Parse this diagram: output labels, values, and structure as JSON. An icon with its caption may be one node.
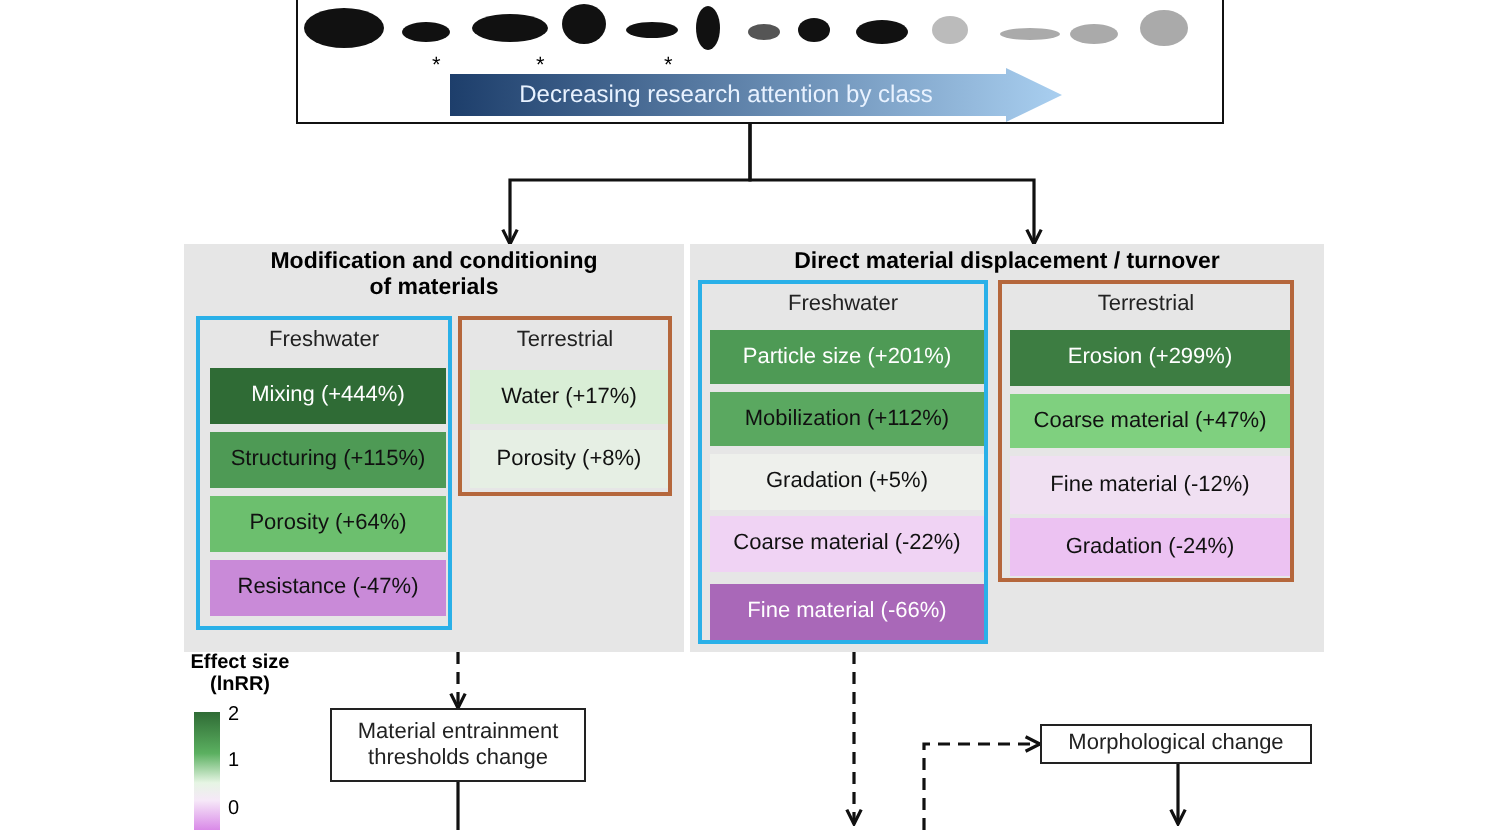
{
  "diagram": {
    "nodes": [
      {
        "text": [],
        "shape": "box"
      },
      {
        "text": [
          "Decreasing research attention by class"
        ],
        "in": 0
      },
      {
        "text": [
          "Modification and conditioning of materials"
        ]
      },
      {
        "text": [
          "Freshwater"
        ],
        "in": 2
      },
      {
        "text": [
          "Mixing (+444%)"
        ],
        "in": 3
      },
      {
        "text": [
          "Structuring (+115%)"
        ],
        "in": 3
      },
      {
        "text": [
          "Porosity (+64%)"
        ],
        "in": 3
      },
      {
        "text": [
          "Resistance (-47%)"
        ],
        "in": 3
      },
      {
        "text": [
          "Terrestrial"
        ],
        "in": 2
      },
      {
        "text": [
          "Water (+17%)"
        ],
        "in": 8
      },
      {
        "text": [
          "Porosity (+8%)"
        ],
        "in": 8
      },
      {
        "text": [
          "Direct material displacement / turnover"
        ]
      },
      {
        "text": [
          "Freshwater"
        ],
        "in": 11
      },
      {
        "text": [
          "Particle size (+201%)"
        ],
        "in": 12
      },
      {
        "text": [
          "Mobilization (+112%)"
        ],
        "in": 12
      },
      {
        "text": [
          "Gradation (+5%)"
        ],
        "in": 12
      },
      {
        "text": [
          "Coarse material (-22%)"
        ],
        "in": 12
      },
      {
        "text": [
          "Fine material (-66%)"
        ],
        "in": 12
      },
      {
        "text": [
          "Terrestrial"
        ],
        "in": 11
      },
      {
        "text": [
          "Erosion (+299%)"
        ],
        "in": 18
      },
      {
        "text": [
          "Coarse material (+47%)"
        ],
        "in": 18
      },
      {
        "text": [
          "Fine material (-12%)"
        ],
        "in": 18
      },
      {
        "text": [
          "Gradation (-24%)"
        ],
        "in": 18
      },
      {
        "text": [
          "Material entrainment thresholds change"
        ]
      },
      {
        "text": [
          "Morphological change"
        ]
      }
    ],
    "edges": [
      {
        "from": 0,
        "to": 2,
        "arrow": "to"
      },
      {
        "from": 0,
        "to": 11,
        "arrow": "to"
      },
      {
        "from": 2,
        "to": 23,
        "arrow": "to",
        "style": "dashed"
      },
      {
        "from": 11,
        "to": null,
        "arrow": "to",
        "style": "dashed"
      },
      {
        "from": 23,
        "to": null,
        "arrow": "none"
      },
      {
        "from": null,
        "to": 24,
        "arrow": "to",
        "style": "dashed"
      },
      {
        "from": 24,
        "to": null,
        "arrow": "to"
      }
    ],
    "labels": [
      "*",
      "*",
      "*",
      "Effect size (lnRR)",
      "2",
      "1",
      "0"
    ]
  }
}
